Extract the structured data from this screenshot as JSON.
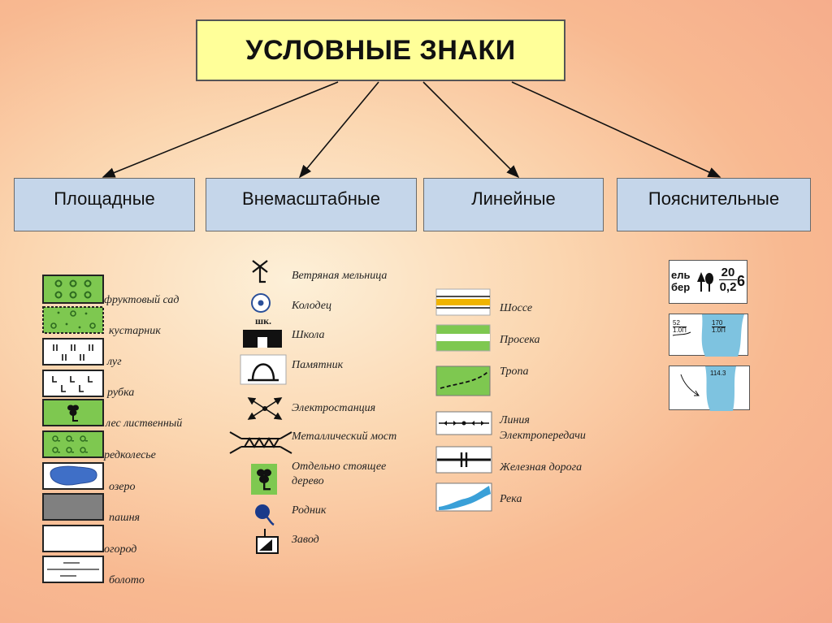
{
  "title": "УСЛОВНЫЕ ЗНАКИ",
  "categories": [
    "Площадные",
    "Внемасштабные",
    "Линейные",
    "Пояснительные"
  ],
  "area_signs": [
    "фруктовый сад",
    "кустарник",
    "луг",
    "рубка",
    "лес лиственный",
    "редколесье",
    "озеро",
    "пашня",
    "огород",
    "болото"
  ],
  "offscale_signs": [
    "Ветряная мельница",
    "Колодец",
    "Школа",
    "Памятник",
    "Электростанция",
    "Металлический мост",
    "Отдельно стоящее",
    "дерево",
    "Родник",
    "Завод"
  ],
  "offscale_school_abbr": "шк.",
  "linear_signs": [
    "Шоссе",
    "Просека",
    "Тропа",
    "Линия",
    "Электропередачи",
    "Железная дорога",
    "Река"
  ],
  "explanatory": {
    "forest_species": [
      "ель",
      "бер"
    ],
    "forest_height": "20",
    "forest_diameter": "0,2",
    "forest_spacing": "6",
    "river_marks_1": [
      "52",
      "1.0П",
      "170",
      "1.0П"
    ],
    "river_mark_2": "114.3"
  },
  "colors": {
    "green": "#7ec850",
    "dark_green": "#2d6b1f",
    "lake_blue": "#3f6fc7",
    "arable_gray": "#808080",
    "road_orange": "#f0b400",
    "title_bg": "#ffff99",
    "category_bg": "#c5d6ea"
  }
}
